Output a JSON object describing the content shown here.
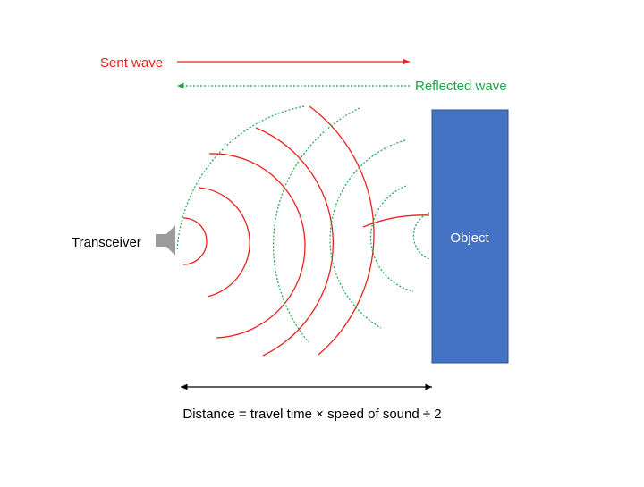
{
  "labels": {
    "sent_wave": "Sent wave",
    "reflected_wave": "Reflected wave",
    "transceiver": "Transceiver",
    "object": "Object",
    "distance_formula": "Distance = travel time × speed of sound ÷ 2"
  },
  "colors": {
    "sent": "#e8231f",
    "reflected": "#1fa54a",
    "object_fill": "#4472c4",
    "object_stroke": "#2f528f",
    "speaker": "#9b9b9b",
    "text": "#000000"
  },
  "icons": {
    "transceiver": "speaker-icon"
  }
}
